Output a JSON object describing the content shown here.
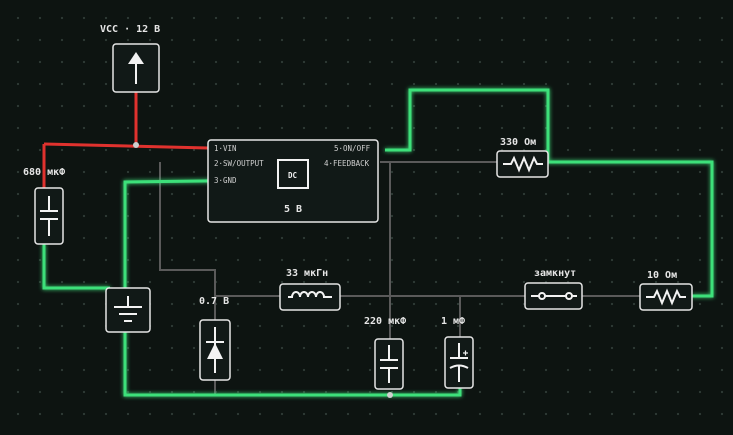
{
  "vcc": {
    "label": "VCC · 12 В"
  },
  "regulator": {
    "pins": [
      "1·VIN",
      "2·SW/OUTPUT",
      "3·GND",
      "5·ON/OFF",
      "4·FEEDBACK"
    ],
    "chip_label": "DC",
    "output_label": "5 В"
  },
  "components": {
    "cap_input": "680 мкФ",
    "resistor_top": "330 Ом",
    "diode": "0.7 В",
    "inductor": "33 мкГн",
    "switch": "замкнут",
    "resistor_load": "10 Ом",
    "cap_output": "220 мкФ",
    "cap_small": "1 мФ"
  },
  "colors": {
    "powered_wire": "#e0322e",
    "active_wire": "#3de07a",
    "idle_wire": "#5a5a5a",
    "background": "#0d1411"
  },
  "icons": [
    "arrow-up-icon",
    "capacitor-icon",
    "ground-icon",
    "diode-icon",
    "inductor-icon",
    "resistor-icon",
    "switch-icon",
    "polarized-capacitor-icon",
    "dc-chip-icon"
  ]
}
